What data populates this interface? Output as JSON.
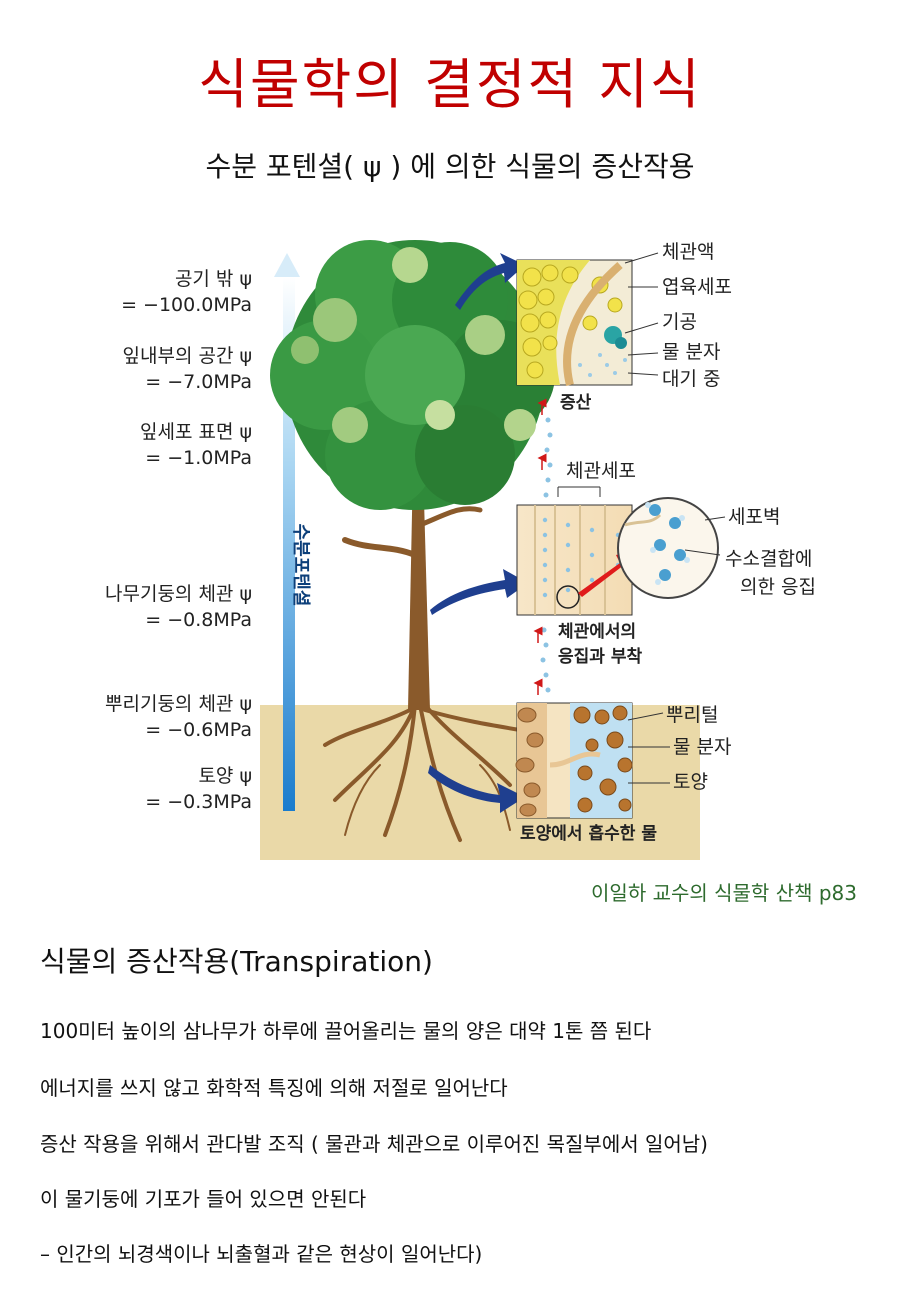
{
  "header": {
    "title": "식물학의 결정적 지식",
    "subtitle": "수분 포텐셜( ψ ) 에 의한 식물의 증산작용"
  },
  "figure": {
    "axis_label": "수분포텐셜",
    "potentials": [
      {
        "name": "공기 밖 ψ",
        "value": "= −100.0MPa"
      },
      {
        "name": "잎내부의 공간 ψ",
        "value": "= −7.0MPa"
      },
      {
        "name": "잎세포 표면 ψ",
        "value": "= −1.0MPa"
      },
      {
        "name": "나무기둥의 체관 ψ",
        "value": "= −0.8MPa"
      },
      {
        "name": "뿌리기둥의 체관 ψ",
        "value": "= −0.6MPa"
      },
      {
        "name": "토양 ψ",
        "value": "= −0.3MPa"
      }
    ],
    "leaf_panel": {
      "caption": "증산",
      "labels": [
        "체관액",
        "엽육세포",
        "기공",
        "물 분자",
        "대기 중"
      ]
    },
    "stem_panel": {
      "caption_line1": "체관에서의",
      "caption_line2": "응집과 부착",
      "top_label": "체관세포",
      "labels": [
        "세포벽",
        "수소결합에",
        "의한 응집"
      ]
    },
    "root_panel": {
      "caption": "토양에서 흡수한 물",
      "labels": [
        "뿌리털",
        "물 분자",
        "토양"
      ]
    },
    "colors": {
      "title_red": "#c00000",
      "sky_blue": "#5aaee0",
      "arrow_navy": "#1f3f8f",
      "soil": "#ead9a8",
      "leaf_green": "#2e8b3a"
    }
  },
  "source": "이일하 교수의 식물학 산책 p83",
  "body": {
    "section_title": "식물의 증산작용(Transpiration)",
    "lines": [
      "100미터 높이의 삼나무가  하루에 끌어올리는 물의 양은 대약 1톤 쯤 된다",
      "에너지를 쓰지 않고 화학적 특징에 의해 저절로 일어난다",
      "증산 작용을 위해서 관다발 조직 ( 물관과 체관으로 이루어진 목질부에서 일어남)",
      "이 물기둥에 기포가 들어 있으면 안된다",
      "– 인간의 뇌경색이나 뇌출혈과 같은 현상이 일어난다)"
    ]
  }
}
